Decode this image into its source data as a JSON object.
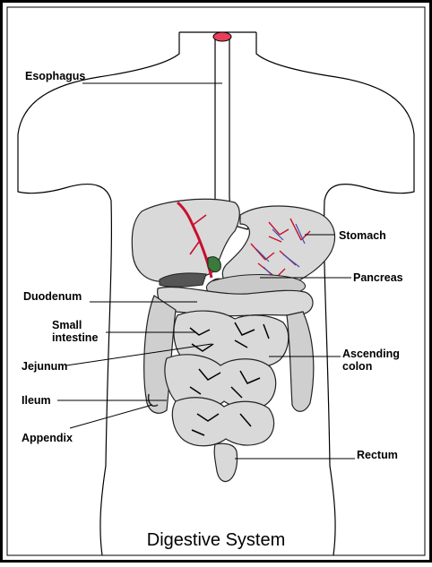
{
  "caption": "Digestive System",
  "labels": {
    "esophagus": "Esophagus",
    "stomach": "Stomach",
    "pancreas": "Pancreas",
    "duodenum": "Duodenum",
    "small_intestine": "Small intestine",
    "jejunum": "Jejunum",
    "ascending_colon": "Ascending colon",
    "ileum": "Ileum",
    "appendix": "Appendix",
    "rectum": "Rectum"
  },
  "colors": {
    "organ_fill": "#d9d9d9",
    "organ_stroke": "#222222",
    "vessel_red": "#c8102e",
    "vessel_blue": "#3a4fb0",
    "gallbladder_green": "#3c7a3c",
    "esophagus_top": "#e8405a"
  }
}
